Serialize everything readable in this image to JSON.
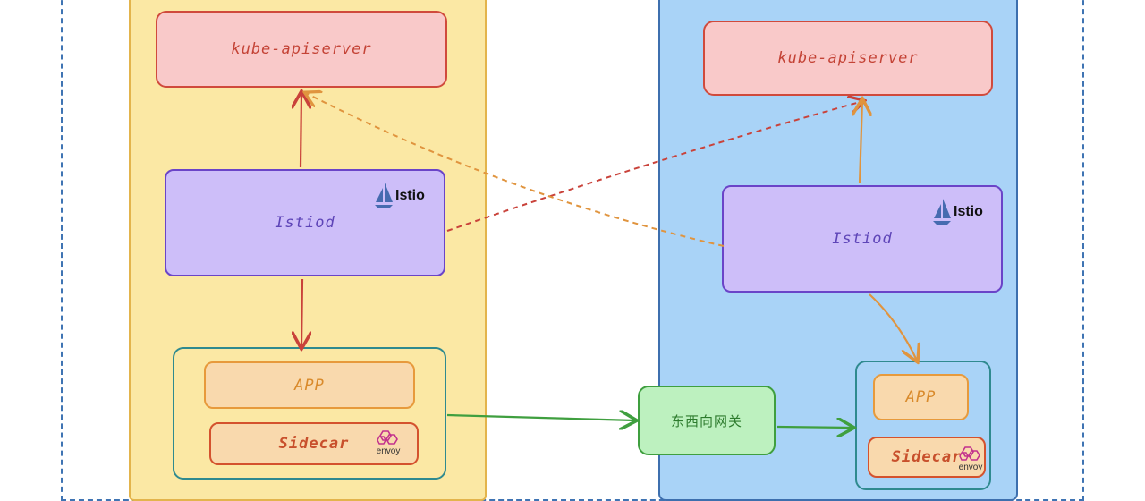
{
  "clusterA": {
    "apiserver": "kube-apiserver",
    "istiod": "Istiod",
    "istioLogo": "Istio",
    "app": "APP",
    "sidecar": "Sidecar",
    "envoyLogo": "envoy"
  },
  "clusterB": {
    "apiserver": "kube-apiserver",
    "istiod": "Istiod",
    "istioLogo": "Istio",
    "app": "APP",
    "sidecar": "Sidecar",
    "envoyLogo": "envoy"
  },
  "gateway": {
    "label": "东西向网关"
  },
  "colors": {
    "clusterA": "#fbe8a4",
    "clusterB": "#a9d3f7",
    "apiserver": "#f9c9c9",
    "istiod": "#cdbef9",
    "gateway": "#bdf1bf"
  },
  "icons": [
    "istio-sail-icon",
    "envoy-hexagon-icon"
  ]
}
